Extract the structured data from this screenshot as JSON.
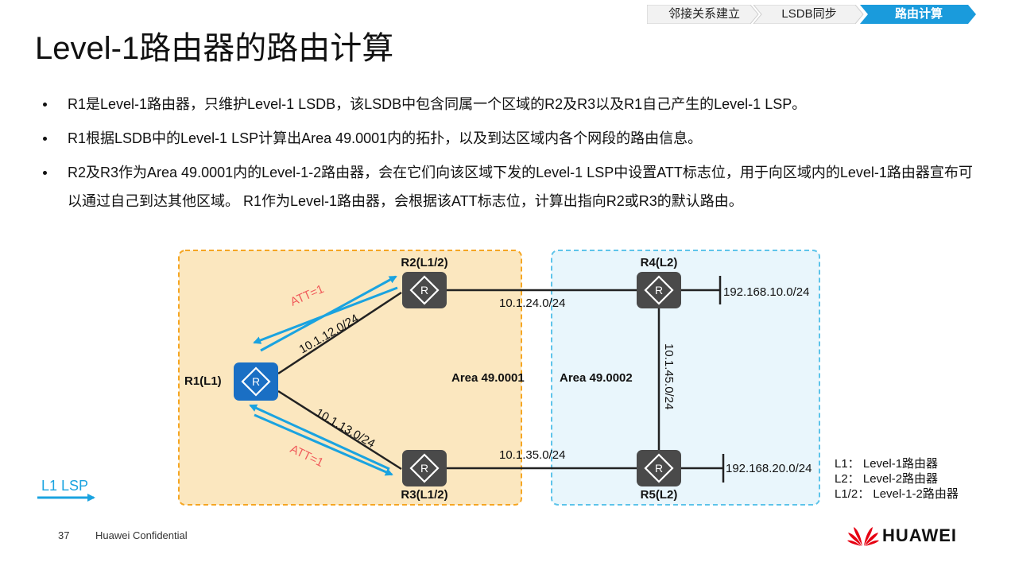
{
  "header": {
    "steps": [
      {
        "label": "邻接关系建立",
        "active": false
      },
      {
        "label": "LSDB同步",
        "active": false
      },
      {
        "label": "路由计算",
        "active": true
      }
    ],
    "accent_color": "#1a9bdc"
  },
  "title": "Level-1路由器的路由计算",
  "bullets": [
    "R1是Level-1路由器，只维护Level-1 LSDB，该LSDB中包含同属一个区域的R2及R3以及R1自己产生的Level-1 LSP。",
    "R1根据LSDB中的Level-1 LSP计算出Area 49.0001内的拓扑，以及到达区域内各个网段的路由信息。",
    "R2及R3作为Area  49.0001内的Level-1-2路由器，会在它们向该区域下发的Level-1  LSP中设置ATT标志位，用于向区域内的Level-1路由器宣布可以通过自己到达其他区域。 R1作为Level-1路由器，会根据该ATT标志位，计算出指向R2或R3的默认路由。"
  ],
  "diagram": {
    "areas": [
      {
        "name": "Area 49.0001",
        "color": "#f5a623"
      },
      {
        "name": "Area 49.0002",
        "color": "#5ec4ea"
      }
    ],
    "routers": {
      "r1": "R1(L1)",
      "r2": "R2(L1/2)",
      "r3": "R3(L1/2)",
      "r4": "R4(L2)",
      "r5": "R5(L2)"
    },
    "links": {
      "r1_r2": "10.1.12.0/24",
      "r1_r3": "10.1.13.0/24",
      "r2_r4": "10.1.24.0/24",
      "r3_r5": "10.1.35.0/24",
      "r4_r5": "10.1.45.0/24"
    },
    "networks": {
      "r4": "192.168.10.0/24",
      "r5": "192.168.20.0/24"
    },
    "att_labels": {
      "upper": "ATT=1",
      "lower": "ATT=1"
    },
    "att_color": "#f05a5a",
    "lsp_arrow_color": "#1aa3e0",
    "lsp_legend": "L1 LSP",
    "legend": [
      "L1：  Level-1路由器",
      "L2：  Level-2路由器",
      "L1/2：  Level-1-2路由器"
    ]
  },
  "footer": {
    "page_number": "37",
    "confidential": "Huawei Confidential",
    "brand": "HUAWEI",
    "brand_color": "#e60012"
  }
}
